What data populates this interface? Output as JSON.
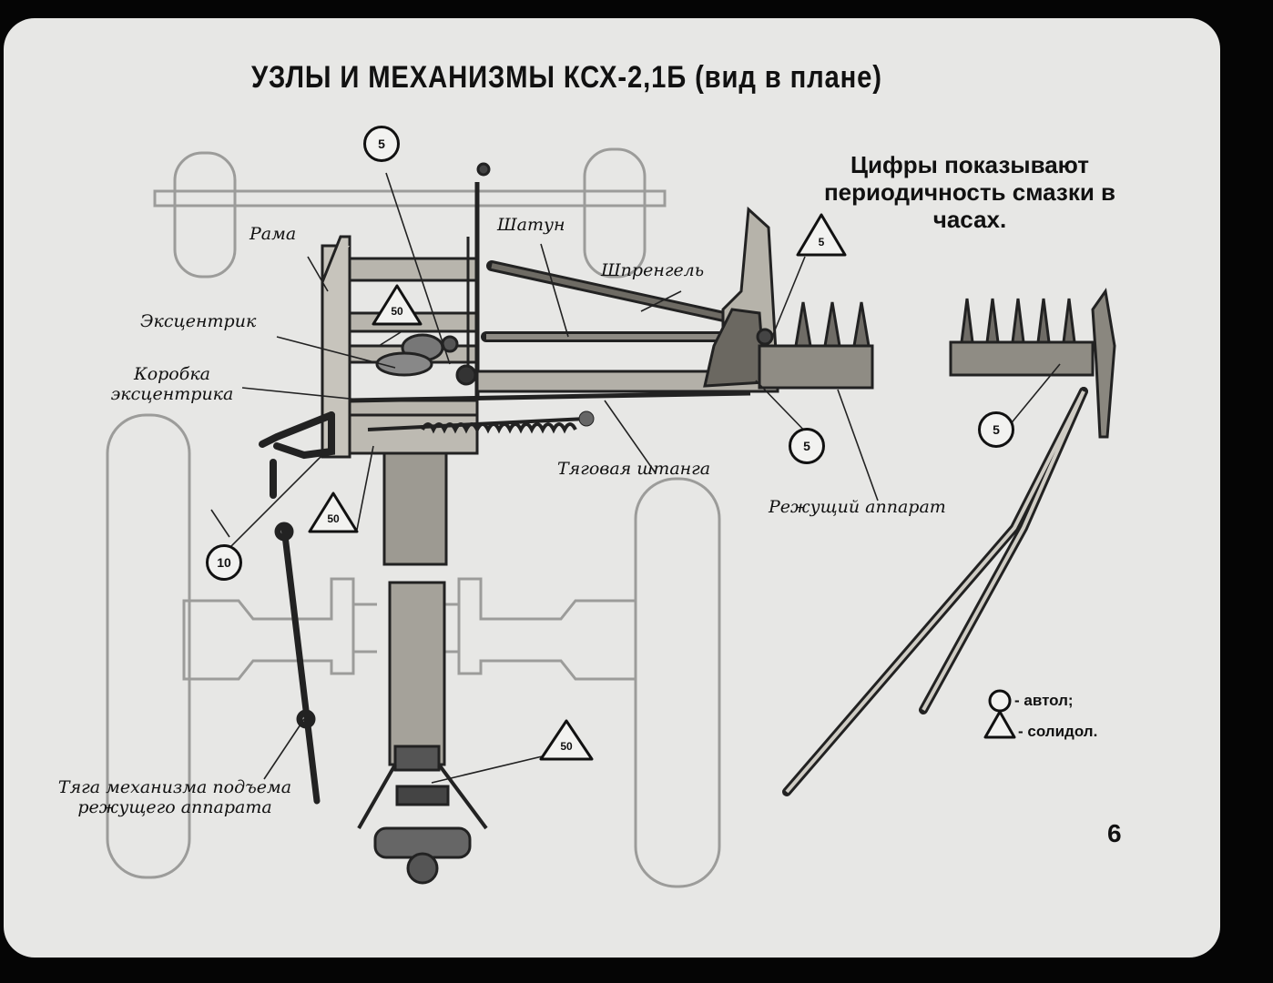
{
  "title": "УЗЛЫ И МЕХАНИЗМЫ КСХ-2,1Б (вид в плане)",
  "note": "Цифры показывают периодичность смазки в часах.",
  "labels": {
    "rama": "Рама",
    "shatun": "Шатун",
    "shprengel": "Шпренгель",
    "ekscentrik": "Эксцентрик",
    "korobka": "Коробка эксцентрика",
    "tyagovaya": "Тяговая штанга",
    "rezhushchiy": "Режущий аппарат",
    "tyaga": "Тяга механизма подъема режущего аппарата"
  },
  "lubrication_points": {
    "circle_top": "5",
    "circle_right": "5",
    "circle_far_right": "5",
    "circle_left": "10",
    "triangle_top_right": "5",
    "triangle_upper": "50",
    "triangle_mid": "50",
    "triangle_bottom": "50"
  },
  "legend": {
    "circle": "- автол;",
    "triangle": "- солидол."
  },
  "page_number": "6"
}
